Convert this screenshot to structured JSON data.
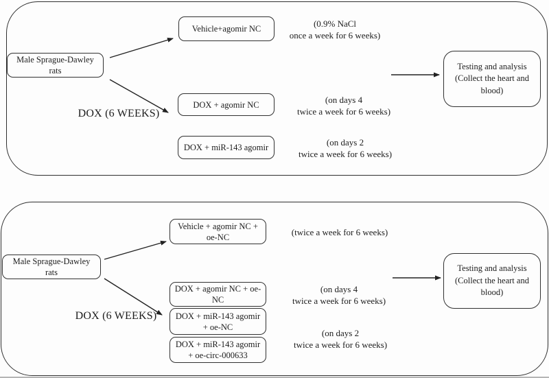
{
  "figure": {
    "panels": [
      {
        "source_box": [
          "Male Sprague-Dawley",
          "rats"
        ],
        "dox_label": "DOX (6 WEEKS)",
        "treatment_boxes": [
          [
            "Vehicle+agomir NC"
          ],
          [
            "DOX + agomir NC"
          ],
          [
            "DOX + miR-143 agomir"
          ]
        ],
        "notes": [
          [
            "(0.9% NaCl",
            "once a week for 6 weeks)"
          ],
          [
            "(on days 4",
            "twice a week for 6 weeks)"
          ],
          [
            "(on days 2",
            "twice a week for 6 weeks)"
          ]
        ],
        "result_box": [
          "Testing and analysis",
          "(Collect the heart and",
          "blood)"
        ]
      },
      {
        "source_box": [
          "Male Sprague-Dawley",
          "rats"
        ],
        "dox_label": "DOX (6 WEEKS)",
        "treatment_boxes": [
          [
            "Vehicle + agomir NC +",
            "oe-NC"
          ],
          [
            "DOX + agomir NC + oe-",
            "NC"
          ],
          [
            "DOX + miR-143 agomir",
            "+ oe-NC"
          ],
          [
            "DOX + miR-143 agomir",
            "+ oe-circ-000633"
          ]
        ],
        "notes": [
          [
            "(twice a week for 6 weeks)"
          ],
          [
            "(on days 4",
            "twice a week for 6 weeks)"
          ],
          [
            "(on days 2",
            "twice a week for 6 weeks)"
          ]
        ],
        "result_box": [
          "Testing and analysis",
          "(Collect the heart and",
          "blood)"
        ]
      }
    ],
    "colors": {
      "ink": "#1c1c1c",
      "border": "#2e2e2e",
      "background": "#fdfdfd",
      "bottom_edge": "#b5b5b5"
    }
  }
}
